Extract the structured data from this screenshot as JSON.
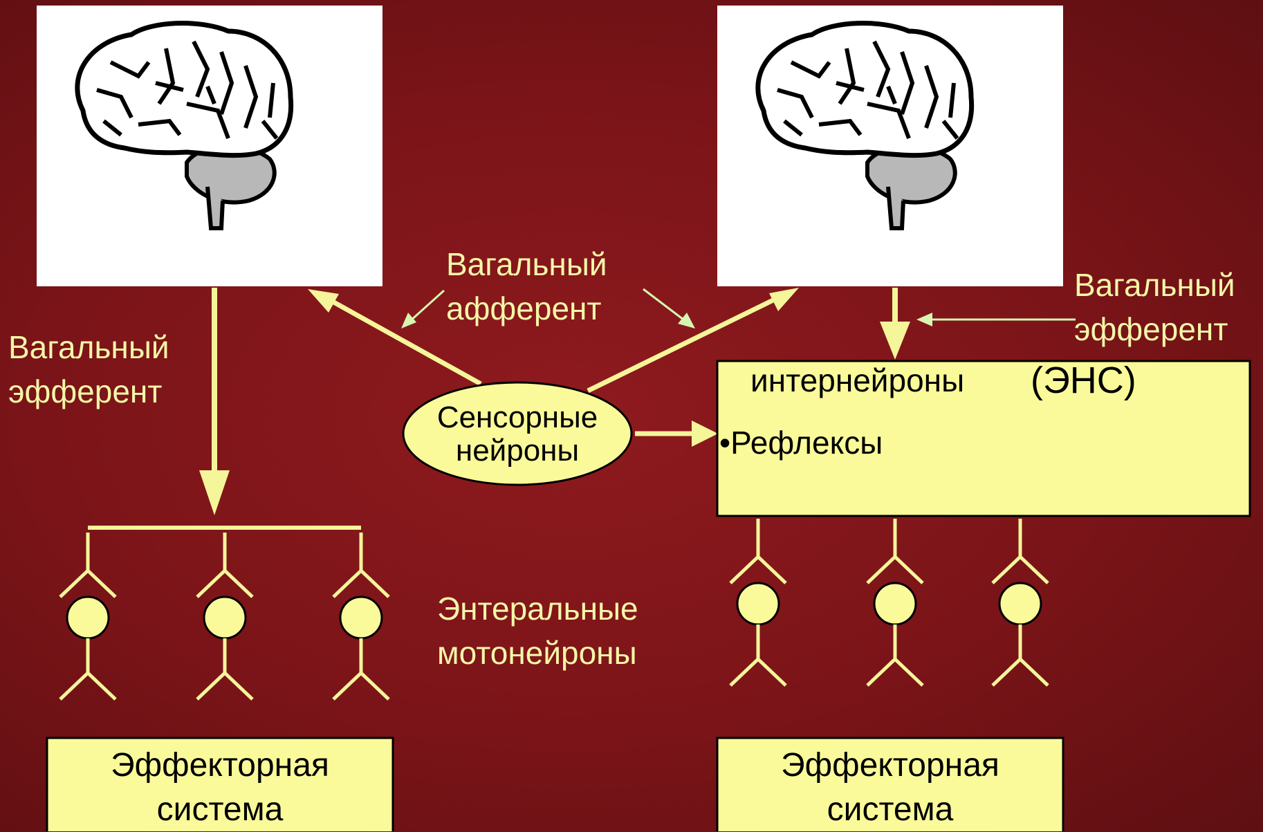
{
  "labels": {
    "vagal_efferent_left": [
      "Вагальный",
      "эфферент"
    ],
    "vagal_afferent_center": [
      "Вагальный",
      "афферент"
    ],
    "vagal_efferent_right": [
      "Вагальный",
      "эфферент"
    ],
    "enteric_motoneurons": [
      "Энтеральные",
      "мотонейроны"
    ]
  },
  "sensory_node": [
    "Сенсорные",
    "нейроны"
  ],
  "ens_box": {
    "title": "интернейроны",
    "abbr": "(ЭНС)",
    "bullet": "•Рефлексы"
  },
  "effector_left": [
    "Эффекторная",
    "система"
  ],
  "effector_right": [
    "Эффекторная",
    "система"
  ],
  "colors": {
    "background": "#7a1418",
    "accent": "#f4f6a8",
    "box_fill": "#fafa9a",
    "arrow": "#f5f59a",
    "thin_arrow": "#d8f5b0",
    "brain_gray": "#b8b8b8"
  }
}
